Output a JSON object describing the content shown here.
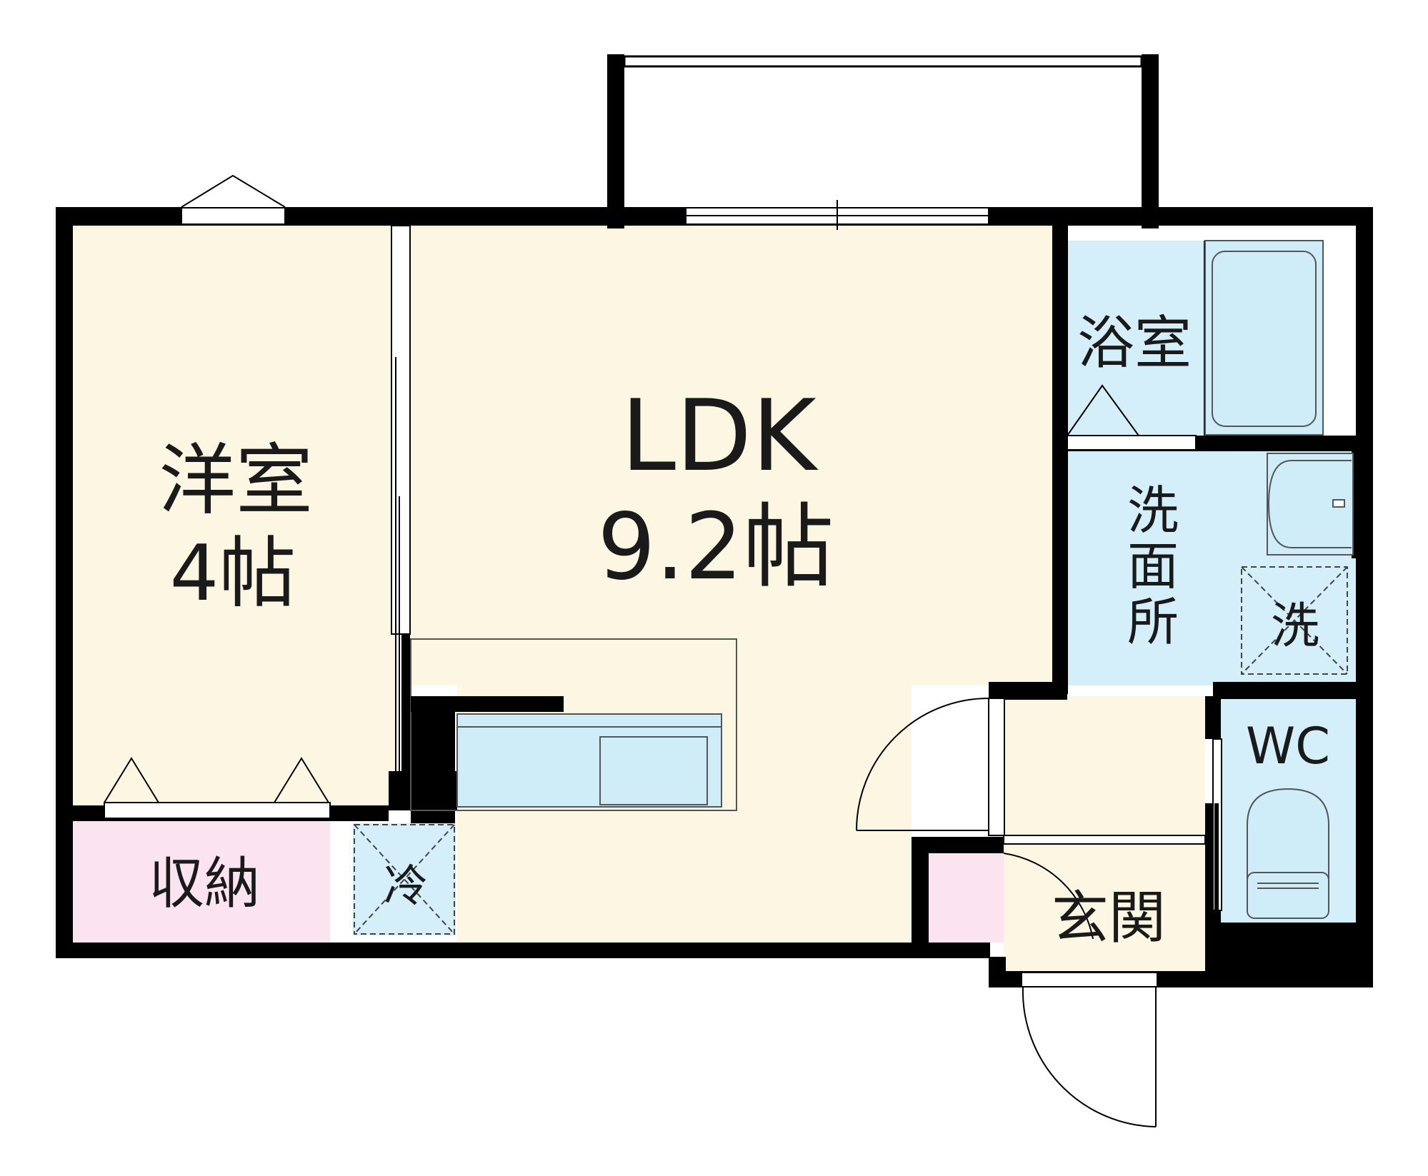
{
  "rooms": {
    "western_room": {
      "name": "洋室",
      "size": "4帖"
    },
    "ldk": {
      "name": "LDK",
      "size": "9.2帖"
    },
    "storage": {
      "name": "収納"
    },
    "fridge": {
      "name": "冷"
    },
    "bathroom": {
      "name": "浴室"
    },
    "washroom": {
      "name_line1": "洗",
      "name_line2": "面",
      "name_line3": "所"
    },
    "washer": {
      "name": "洗"
    },
    "toilet": {
      "name": "WC"
    },
    "entrance": {
      "name": "玄関"
    }
  },
  "colors": {
    "wall": "#000000",
    "living_floor": "#fdf6e3",
    "wet_area": "#d4effa",
    "storage": "#fbe4ef",
    "fixture_fill": "#cfecf9",
    "fixture_stroke": "#7a7a7a"
  }
}
